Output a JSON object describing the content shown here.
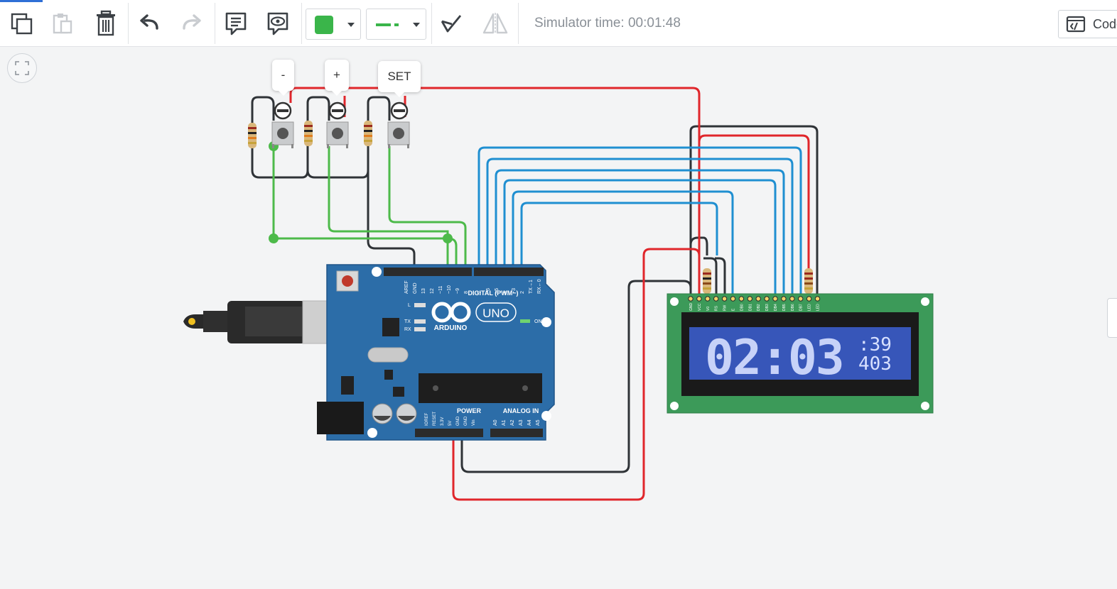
{
  "toolbar": {
    "simulator_time": "Simulator time: 00:01:48",
    "code_label": "Code",
    "component_color": "#3ab54a",
    "icons": [
      "duplicate-icon",
      "paste-icon",
      "trash-icon",
      "undo-icon",
      "redo-icon",
      "notes-icon",
      "visibility-icon",
      "color-swatch",
      "wire-style",
      "flip-icon",
      "mirror-icon"
    ]
  },
  "buttons": {
    "minus_label": "-",
    "plus_label": "+",
    "set_label": "SET"
  },
  "arduino": {
    "brand": "ARDUINO",
    "model": "UNO",
    "digital_label": "DIGITAL (PWM~)",
    "power_label": "POWER",
    "analog_label": "ANALOG IN",
    "on_label": "ON",
    "l_label": "L",
    "tx_label": "TX",
    "rx_label": "RX",
    "digital_pins": [
      "AREF",
      "GND",
      "13",
      "12",
      "~11",
      "~10",
      "~9",
      "8",
      "7",
      "~6",
      "~5",
      "4",
      "~3",
      "2",
      "TX→1",
      "RX←0"
    ],
    "power_pins": [
      "IOREF",
      "RESET",
      "3.3V",
      "5V",
      "GND",
      "GND",
      "Vin"
    ],
    "analog_pins": [
      "A0",
      "A1",
      "A2",
      "A3",
      "A4",
      "A5"
    ]
  },
  "lcd": {
    "big_digits": "02:03",
    "line1": ":39",
    "line2": "403",
    "pins": [
      "GND",
      "VCC",
      "V0",
      "RS",
      "RW",
      "E",
      "DB0",
      "DB1",
      "DB2",
      "DB3",
      "DB4",
      "DB5",
      "DB6",
      "DB7",
      "LED",
      "LED"
    ]
  },
  "colors": {
    "wire_red": "#e0262b",
    "wire_black": "#2f3337",
    "wire_blue": "#1f8fd1",
    "wire_green": "#4dba4a",
    "board_blue": "#2c6da8",
    "lcd_green": "#3c9a59",
    "lcd_screen": "#3756b9"
  }
}
